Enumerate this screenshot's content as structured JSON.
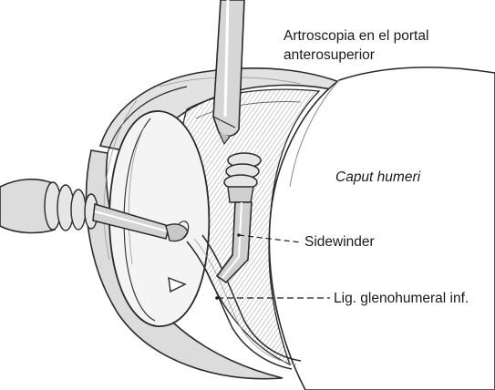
{
  "labels": {
    "portal_line1": "Artroscopia en el portal",
    "portal_line2": "anterosuperior",
    "caput": "Caput humeri",
    "sidewinder": "Sidewinder",
    "ligament": "Lig. glenohumeral inf."
  },
  "colors": {
    "ink": "#2a2a2a",
    "shade": "#cfcfcf",
    "light_shade": "#ececec",
    "text": "#1a1a1a"
  }
}
